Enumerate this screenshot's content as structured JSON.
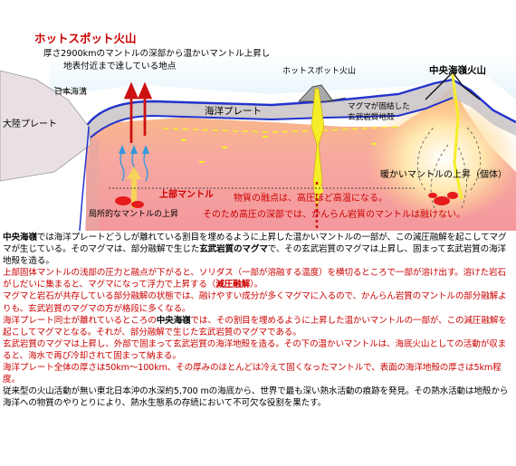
{
  "diagram": {
    "title": "ホットスポット火山",
    "hotspot_note_line1": "厚さ2900kmのマントルの深部から温かいマントル上昇し",
    "hotspot_note_line2": "地表付近まで達している地点",
    "japan_sea": "日本海溝",
    "continental_plate": "大陸プレート",
    "ocean_plate": "海洋プレート",
    "hotspot_volcano": "ホットスポット火山",
    "ridge_volcano": "中央海嶺火山",
    "magma_solidified_line1": "マグマが固結した",
    "magma_solidified_line2": "玄武岩質地殻",
    "warm_mantle_rise": "暖かいマントルの上昇（個体）",
    "upper_mantle": "上部マントル",
    "melting_point_line1": "物質の融点は、高圧ほど高温になる。",
    "melting_point_line2": "そのため高圧の深部では、かんらん岩質のマントルは融けない。",
    "local_mantle_rise": "局所的なマントルの上昇"
  },
  "text": {
    "p1_a": "中央海嶺",
    "p1_b": "では海洋プレートどうしが離れている割目を埋めるように上昇した温かいマントルの一部が、この減圧融解を起こしてマグマが生じている。そのマグマは、部分融解で生じた",
    "p1_c": "玄武岩質のマグマ",
    "p1_d": "で、その玄武岩質のマグマは上昇し、固まって玄武岩質の海洋地殻を造る。",
    "p2_a": "上部固体マントルの浅部の圧力と融点が下がると、ソリダス（一部が溶融する温度）を横切るところで一部が溶け出す。溶けた岩石がしだいに集まると、マグマになって浮力で上昇する（",
    "p2_b": "減圧融解",
    "p2_c": "）。",
    "p3": "マグマと岩石が共存している部分融解の状態では、融けやすい成分が多くマグマに入るので、かんらん岩質のマントルの部分融解よりも、玄武岩質のマグマの方が格段に多くなる。",
    "p4_a": "海洋プレート同士が離れているところの",
    "p4_b": "中央海嶺",
    "p4_c": "では、その割目を埋めるように上昇した温かいマントルの一部が、この減圧融解を起こしてマグマとなる。それが、部分融解で生じた玄武岩質のマグマである。",
    "p5": "玄武岩質のマグマは上昇し、外部で固まって玄武岩質の海洋地殻を造る。その下の温かいマントルは、海底火山としての活動が収まると、海水で再び冷却されて固まって納まる。",
    "p6": "海洋プレート全体の厚さは50km～100km、その厚みのほとんどは冷えて固くなったマントルで、表面の海洋地殻の厚さは5km程度。",
    "p7": "従来型の火山活動が無い東北日本沖の水深約5,700 mの海底から、世界で最も深い熱水活動の痕跡を発見。その熱水活動は地殻から海洋への物質のやりとりにより、熱水生態系の存続において不可欠な役割を果たす。"
  },
  "colors": {
    "title_red": "#cc0000",
    "black_text": "#000000",
    "plate_blue": "#2233cc",
    "arrow_red": "#cc1111",
    "mantle_orange": "#f6a46a",
    "sea_blue": "#d8f0fb",
    "yellow_conduit": "#f4ee2a"
  }
}
